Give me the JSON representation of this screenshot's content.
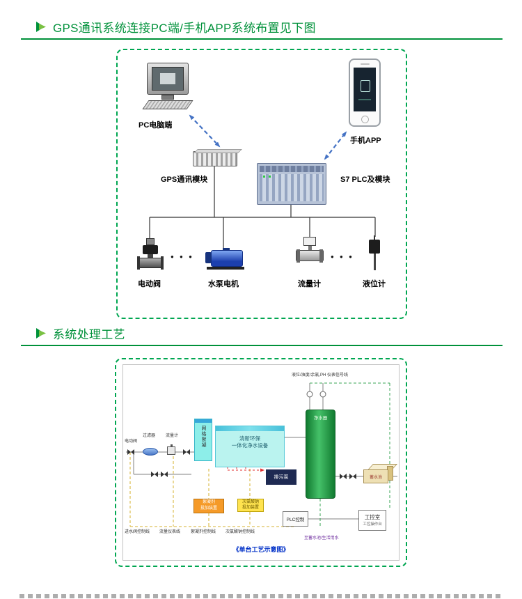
{
  "colors": {
    "accent_green": "#00913a",
    "dashed_border_green": "#00a651",
    "arrow_blue": "#4472c4",
    "tank_green": "#2e9e44",
    "cyan_block": "#aef3f0",
    "pump_blue": "#2a52be",
    "caption_blue": "#0030c8",
    "outlet_purple": "#7030a0"
  },
  "sections": {
    "gps": {
      "title": "GPS通讯系统连接PC端/手机APP系统布置见下图"
    },
    "process": {
      "title": "系统处理工艺"
    }
  },
  "gps_diagram": {
    "pc_label": "PC电脑端",
    "gps_module_label": "GPS通讯模块",
    "plc_label": "S7 PLC及模块",
    "phone_label": "手机APP",
    "devices": [
      {
        "label": "电动阀"
      },
      {
        "label": "水泵电机"
      },
      {
        "label": "流量计"
      },
      {
        "label": "液位计"
      }
    ],
    "ellipsis_dots": "● ● ●"
  },
  "process_diagram": {
    "signal_label": "液位/浊度/余氯,PH 仪表信号线",
    "inlet_valve_label": "电动阀",
    "filter_label": "过滤器",
    "flowmeter_label": "流量计",
    "grid_flocculation_label": "网格絮凝",
    "equipment_line1": "清新环保",
    "equipment_line2": "一体化净水设备",
    "purifier_label": "净水器",
    "drain_pump_label": "排污泵",
    "dosing_unit1_line1": "絮凝剂",
    "dosing_unit1_line2": "投加装置",
    "dosing_unit2_line1": "次氯酸钠",
    "dosing_unit2_line2": "投加装置",
    "storage_tank_label": "蓄水池",
    "plc_box_label": "PLC控制",
    "control_room_label": "工控室",
    "control_room_sub_label": "工控操作台",
    "control_lines": [
      "进水阀控制线",
      "流量仪表线",
      "絮凝剂控制线",
      "次氯酸钠控制线"
    ],
    "outlet_label": "至蓄水池/生活用水",
    "caption": "《单台工艺示意图》"
  }
}
